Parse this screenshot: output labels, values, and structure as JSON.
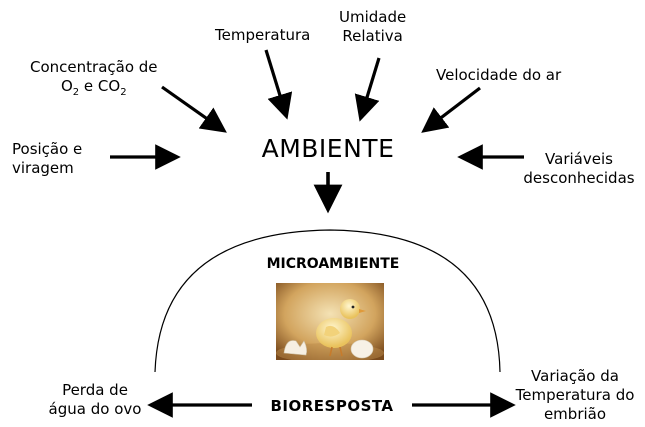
{
  "center": {
    "title": "AMBIENTE"
  },
  "factors": {
    "temperatura": {
      "line1": "Temperatura"
    },
    "umidade": {
      "line1": "Umidade",
      "line2": "Relativa"
    },
    "concentracao": {
      "line1": "Concentração de",
      "o2": "O",
      "o2_sub": "2",
      "mid": " e CO",
      "co2_sub": "2"
    },
    "velocidade": {
      "line1": "Velocidade do ar"
    },
    "posicao": {
      "line1": "Posição e",
      "line2": "viragem"
    },
    "variaveis": {
      "line1": "Variáveis",
      "line2": "desconhecidas"
    }
  },
  "micro": {
    "label": "MICROAMBIENTE",
    "image_icon": "chick-and-egg-photo"
  },
  "bottom": {
    "center": "BIORESPOSTA",
    "left": {
      "line1": "Perda de",
      "line2": "água do ovo"
    },
    "right": {
      "line1": "Variação da",
      "line2": "Temperatura do",
      "line3": "embrião"
    }
  }
}
